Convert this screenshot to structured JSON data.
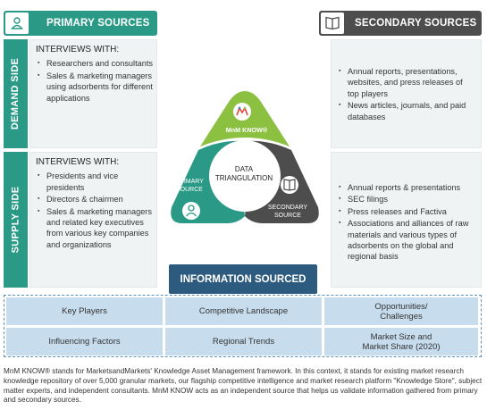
{
  "header": {
    "primary_title": "PRIMARY SOURCES",
    "secondary_title": "SECONDARY SOURCES"
  },
  "demand_side": {
    "label": "DEMAND SIDE",
    "heading": "INTERVIEWS WITH:",
    "items": [
      "Researchers and consultants",
      "Sales & marketing managers using adsorbents for different applications"
    ]
  },
  "supply_side": {
    "label": "SUPPLY SIDE",
    "heading": "INTERVIEWS WITH:",
    "items": [
      "Presidents and vice presidents",
      "Directors & chairmen",
      "Sales & marketing managers and related key executives from various key companies and organizations"
    ]
  },
  "secondary_top": {
    "items": [
      "Annual reports, presentations, websites, and press releases of top players",
      "News articles, journals, and paid databases"
    ]
  },
  "secondary_bottom": {
    "items": [
      "Annual reports & presentations",
      "SEC filings",
      "Press releases and Factiva",
      "Associations and alliances of raw materials and various types of adsorbents on the global and regional basis"
    ]
  },
  "triangle": {
    "center": "DATA TRIANGULATION",
    "top": "MnM KNOW®",
    "left": "PRIMARY SOURCE",
    "right": "SECONDARY SOURCE",
    "colors": {
      "top": "#8cc041",
      "left": "#2a9a87",
      "right": "#4d4d4d"
    }
  },
  "info_sourced": {
    "title": "INFORMATION SOURCED",
    "row1": [
      "Key Players",
      "Competitive Landscape",
      "Opportunities/ Challenges"
    ],
    "row2": [
      "Influencing Factors",
      "Regional Trends",
      "Market Size and Market Share (2020)"
    ]
  },
  "footnote": "MnM KNOW® stands for MarketsandMarkets' Knowledge Asset Management framework. In this context, it stands for existing market research knowledge repository of over 5,000 granular markets, our flagship competitive intelligence and market research platform \"Knowledge Store\", subject matter experts, and independent consultants. MnM KNOW acts as an independent source that helps us validate information gathered from primary and secondary sources.",
  "icons": {
    "primary_tab": "person-icon",
    "secondary_tab": "book-icon",
    "top_node": "mnm-logo-icon",
    "left_node": "person-icon",
    "right_node": "book-icon"
  }
}
